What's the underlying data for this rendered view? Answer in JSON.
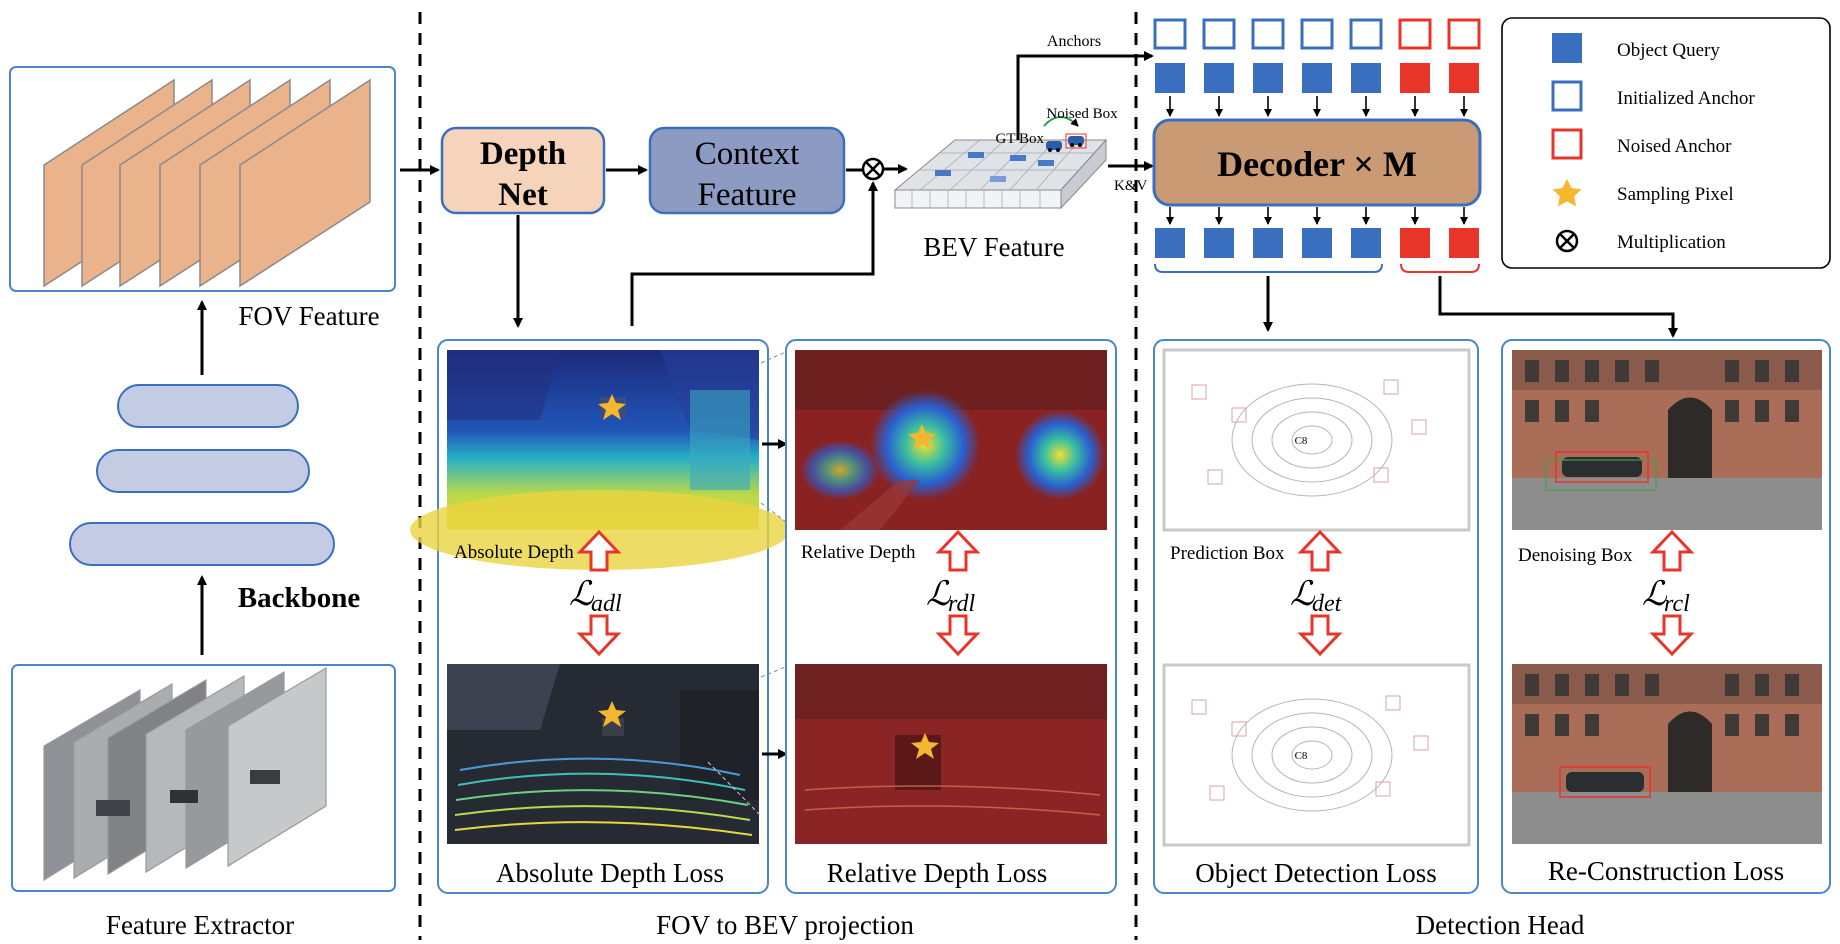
{
  "sections": {
    "feature_extractor": "Feature Extractor",
    "fov_to_bev": "FOV to BEV projection",
    "detection_head": "Detection Head"
  },
  "feature_extractor": {
    "fov_feature_label": "FOV Feature",
    "backbone_label": "Backbone"
  },
  "projection": {
    "depth_net_line1": "Depth",
    "depth_net_line2": "Net",
    "context_line1": "Context",
    "context_line2": "Feature",
    "multiply_symbol": "⊗",
    "bev_feature_label": "BEV Feature",
    "gt_box_label": "GT Box",
    "noised_box_label": "Noised Box",
    "anchors_label": "Anchors",
    "kv_label": "K&V"
  },
  "depth_losses": {
    "absolute_depth_label": "Absolute Depth",
    "relative_depth_label": "Relative Depth",
    "adl_symbol": "ℒ",
    "adl_sub": "adl",
    "rdl_symbol": "ℒ",
    "rdl_sub": "rdl",
    "absolute_title": "Absolute Depth Loss",
    "relative_title": "Relative Depth Loss"
  },
  "decoder": {
    "label": "Decoder × M"
  },
  "detection_losses": {
    "prediction_box_label": "Prediction Box",
    "denoising_box_label": "Denoising Box",
    "det_symbol": "ℒ",
    "det_sub": "det",
    "rcl_symbol": "ℒ",
    "rcl_sub": "rcl",
    "object_detection_title": "Object Detection Loss",
    "reconstruction_title": "Re-Construction Loss",
    "car_label": "C8"
  },
  "legend": {
    "items": [
      {
        "label": "Object Query",
        "icon": "filled-blue-square"
      },
      {
        "label": "Initialized Anchor",
        "icon": "outline-blue-square"
      },
      {
        "label": "Noised Anchor",
        "icon": "outline-red-square"
      },
      {
        "label": "Sampling Pixel",
        "icon": "star"
      },
      {
        "label": "Multiplication",
        "icon": "circled-times"
      }
    ]
  },
  "colors": {
    "blue": "#3a6fc0",
    "red": "#e8352a",
    "depth_net": "#f5d4bb",
    "context_feature": "#8d9bc2",
    "decoder": "#c99a73",
    "fov_feature": "#eab38c",
    "backbone_layer": "#c3cce3"
  }
}
